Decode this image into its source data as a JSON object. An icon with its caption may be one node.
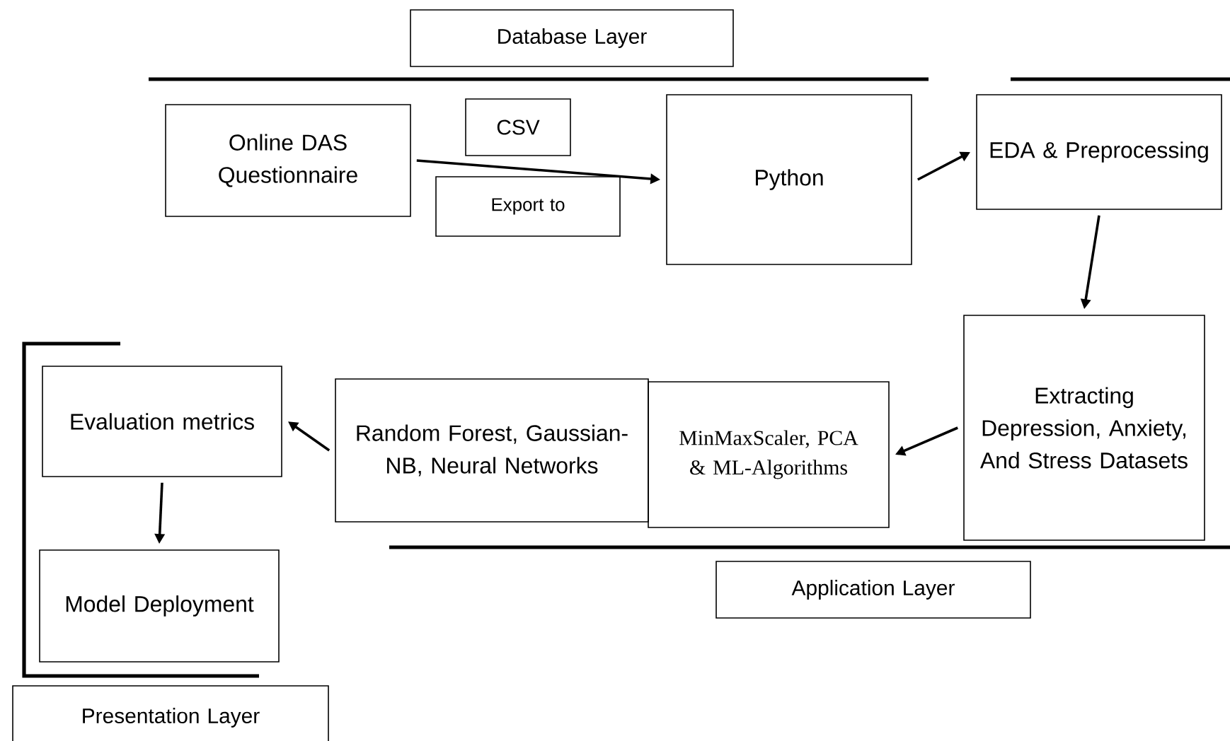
{
  "diagram": {
    "nodes": [
      {
        "text": [
          "Database Layer"
        ]
      },
      {
        "text": [
          "Online DAS Questionnaire"
        ]
      },
      {
        "text": [
          "CSV"
        ]
      },
      {
        "text": [
          "Export to"
        ]
      },
      {
        "text": [
          "Python"
        ]
      },
      {
        "text": [
          "EDA & Preprocessing"
        ]
      },
      {
        "text": [
          "Extracting Depression, Anxiety, And Stress Datasets"
        ]
      },
      {
        "text": [
          "MinMaxScaler, PCA & ML-Algorithms"
        ]
      },
      {
        "text": [
          "Random Forest, Gaussian-NB, Neural Networks"
        ]
      },
      {
        "text": [
          "Evaluation metrics"
        ]
      },
      {
        "text": [
          "Model Deployment"
        ]
      },
      {
        "text": [
          "Presentation Layer"
        ]
      },
      {
        "text": [
          "Application Layer"
        ]
      }
    ],
    "edges": [
      {
        "from": 1,
        "to": 4,
        "arrow": "to"
      },
      {
        "from": 4,
        "to": 5,
        "arrow": "to"
      },
      {
        "from": 5,
        "to": 6,
        "arrow": "to"
      },
      {
        "from": 6,
        "to": 7,
        "arrow": "to"
      },
      {
        "from": 8,
        "to": 9,
        "arrow": "to"
      },
      {
        "from": 9,
        "to": 10,
        "arrow": "to"
      }
    ]
  }
}
